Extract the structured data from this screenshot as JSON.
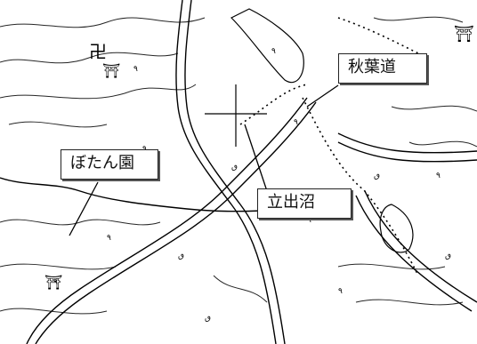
{
  "map": {
    "style": "monochrome-topographic-scan",
    "line_color": "#000000",
    "background_color": "#ffffff",
    "labels": [
      {
        "id": "akibamichi",
        "text": "秋葉道"
      },
      {
        "id": "botanen",
        "text": "ぼたん園"
      },
      {
        "id": "tatsuidenuma",
        "text": "立出沼"
      }
    ],
    "symbols": [
      {
        "name": "shrine-icon",
        "glyph": "⛩"
      },
      {
        "name": "temple-icon",
        "glyph": "卍"
      },
      {
        "name": "shrine-icon",
        "glyph": "⛩"
      },
      {
        "name": "shrine-icon",
        "glyph": "⛩"
      }
    ]
  }
}
